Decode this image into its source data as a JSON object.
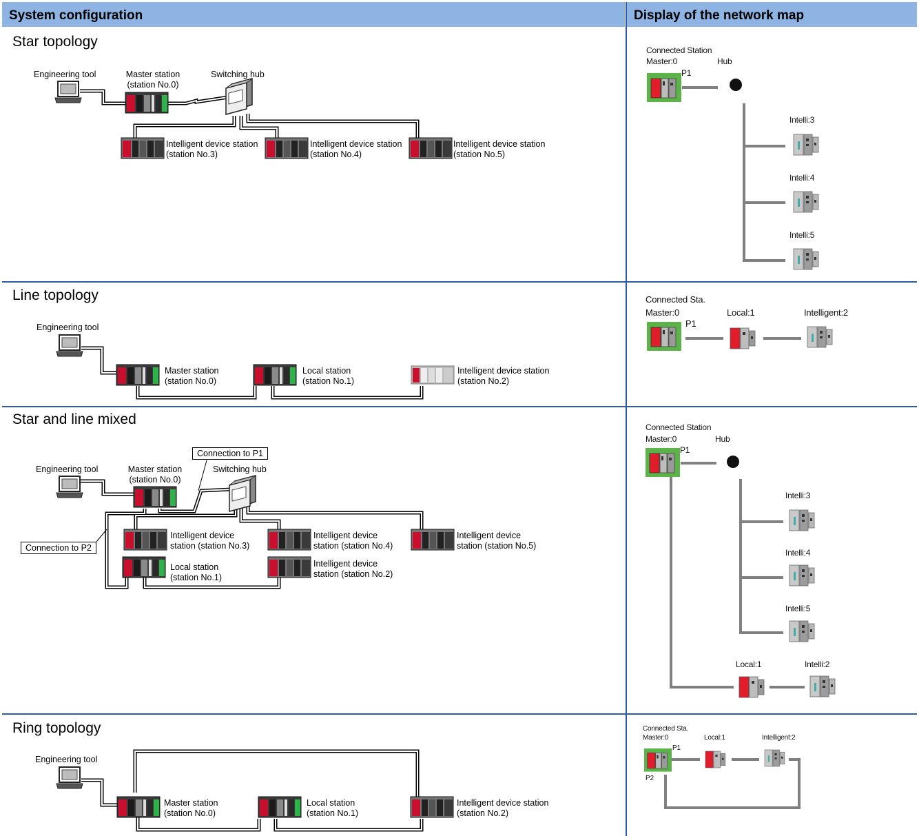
{
  "header": {
    "left": "System configuration",
    "right": "Display of the network map"
  },
  "star": {
    "title": "Star topology",
    "eng": "Engineering tool",
    "master": [
      "Master station",
      "(station No.0)"
    ],
    "hub": "Switching hub",
    "s3": [
      "Intelligent device station",
      "(station No.3)"
    ],
    "s4": [
      "Intelligent device station",
      "(station No.4)"
    ],
    "s5": [
      "Intelligent device station",
      "(station No.5)"
    ],
    "map": {
      "connected": "Connected Station",
      "master": "Master:0",
      "hub": "Hub",
      "p1": "P1",
      "i3": "Intelli:3",
      "i4": "Intelli:4",
      "i5": "Intelli:5"
    }
  },
  "line": {
    "title": "Line topology",
    "eng": "Engineering tool",
    "master": [
      "Master station",
      "(station No.0)"
    ],
    "local": [
      "Local station",
      "(station No.1)"
    ],
    "intel": [
      "Intelligent device station",
      "(station No.2)"
    ],
    "map": {
      "connected": "Connected Sta.",
      "master": "Master:0",
      "p1": "P1",
      "local": "Local:1",
      "intel": "Intelligent:2"
    }
  },
  "mixed": {
    "title": "Star and line mixed",
    "eng": "Engineering tool",
    "master": [
      "Master station",
      "(station No.0)"
    ],
    "hub": "Switching hub",
    "conn_p1": "Connection to P1",
    "conn_p2": "Connection to P2",
    "s3": [
      "Intelligent device",
      "station (station No.3)"
    ],
    "s4": [
      "Intelligent device",
      "station (station No.4)"
    ],
    "s5": [
      "Intelligent device",
      "station (station No.5)"
    ],
    "local": [
      "Local station",
      "(station No.1)"
    ],
    "s2": [
      "Intelligent device",
      "station (station No.2)"
    ],
    "map": {
      "connected": "Connected Station",
      "master": "Master:0",
      "hub": "Hub",
      "p1": "P1",
      "i3": "Intelli:3",
      "i4": "Intelli:4",
      "i5": "Intelli:5",
      "local": "Local:1",
      "i2": "Intelli:2"
    }
  },
  "ring": {
    "title": "Ring topology",
    "eng": "Engineering tool",
    "master": [
      "Master station",
      "(station No.0)"
    ],
    "local": [
      "Local station",
      "(station No.1)"
    ],
    "intel": [
      "Intelligent device station",
      "(station No.2)"
    ],
    "map": {
      "connected": "Connected Sta.",
      "master": "Master:0",
      "p1": "P1",
      "p2": "P2",
      "local": "Local:1",
      "intel": "Intelligent:2"
    }
  }
}
